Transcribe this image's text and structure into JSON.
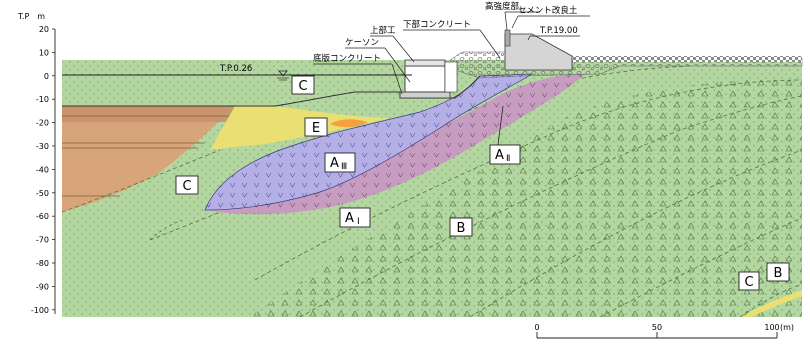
{
  "axis": {
    "unit_label": "T.P　m",
    "ticks": [
      "20",
      "10",
      "0",
      "-10",
      "-20",
      "-30",
      "-40",
      "-50",
      "-60",
      "-70",
      "-80",
      "-90",
      "-100"
    ]
  },
  "annotations": {
    "sea_level": "T.P.0.26",
    "crest_level": "T.P.19.00",
    "high_strength": "高強度部",
    "cement_soil": "セメント改良土",
    "lower_concrete": "下部コンクリート",
    "upper_work": "上部工",
    "caisson": "ケーソン",
    "base_concrete": "底版コンクリート"
  },
  "zones": {
    "c_top": "C",
    "e": "E",
    "a3_main": "A",
    "a3_sub": "Ⅲ",
    "a2_main": "A",
    "a2_sub": "Ⅱ",
    "c_left": "C",
    "a1_main": "A",
    "a1_sub": "Ⅰ",
    "b_center": "B",
    "c_right": "C",
    "b_right": "B"
  },
  "scale_bar": {
    "labels": [
      "0",
      "50",
      "100"
    ],
    "unit": "(m)"
  },
  "colors": {
    "ground_green": "#b4d7a2",
    "sand_brown": "#d8a47a",
    "sand_brown_dark": "#c7906a",
    "layer_a3_blue": "#b4b0e6",
    "layer_a1_purple": "#c69dc0",
    "layer_e_yellow": "#eadf72",
    "lens_orange": "#f4a240",
    "structure_gray": "#d5d5d5"
  }
}
